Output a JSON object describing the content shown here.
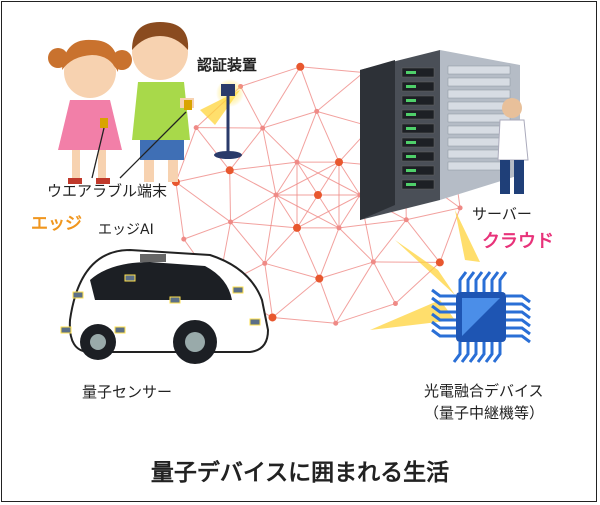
{
  "labels": {
    "auth_device": "認証装置",
    "wearable": "ウエアラブル端末",
    "edge": "エッジ",
    "edge_ai": "エッジAI",
    "server": "サーバー",
    "cloud": "クラウド",
    "sensor": "量子センサー",
    "device_line1": "光電融合デバイス",
    "device_line2": "（量子中継機等）",
    "title": "量子デバイスに囲まれる生活"
  },
  "colors": {
    "edge": "#f0961e",
    "cloud": "#e8337a",
    "network": "#ef8a86",
    "node": "#e8572e",
    "chip": "#2a6fd6"
  }
}
